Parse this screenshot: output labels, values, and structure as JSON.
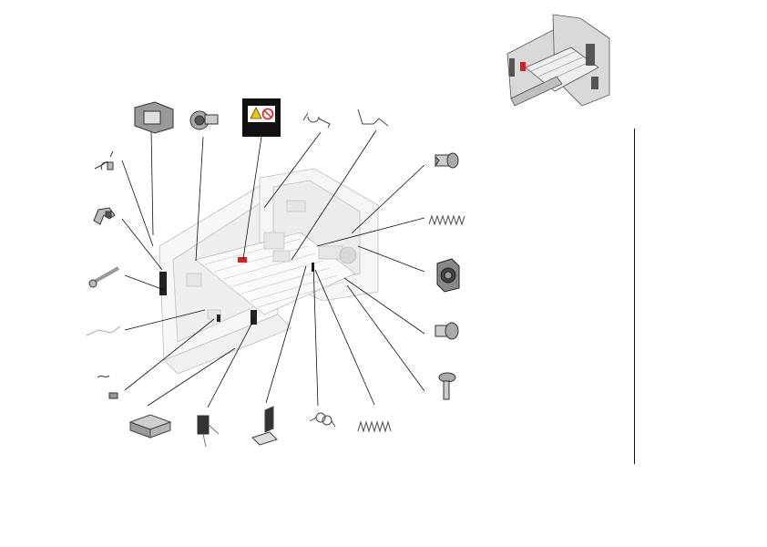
{
  "figure": {
    "type": "exploded-parts-diagram",
    "background": "#ffffff",
    "line_color": "#111111",
    "accent_color": "#d81e1e",
    "caution_label_background": "#111111",
    "caution_label_icons": [
      "warning-triangle-icon",
      "no-touch-prohibition-icon"
    ],
    "thumbnail": "printer-frame-assembly-overview",
    "parts": [
      "torsion-spring-upper-left",
      "bracket-hook",
      "long-shaft-screw",
      "wire-spring-left",
      "small-coil-spring-left",
      "foam-pad",
      "mounting-block",
      "retaining-cap",
      "caution-label",
      "torsion-spring-top",
      "wire-clip-top",
      "sensor-with-harness",
      "ground-plate",
      "torsion-spring-bottom",
      "compression-spring-bottom",
      "pin-screw-upper-right",
      "compression-spring-right",
      "bushing-right",
      "shouldered-pin-right",
      "flange-screw-right"
    ]
  }
}
